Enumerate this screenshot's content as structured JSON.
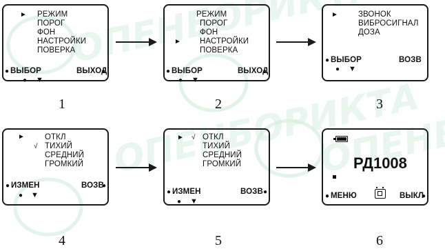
{
  "screens": [
    {
      "caption": "1",
      "lines": [
        "РЕЖИМ",
        "ПОРОГ",
        "ФОН",
        "НАСТРОЙКИ",
        "ПОВЕРКА"
      ],
      "left_button": "ВЫБОР",
      "right_button": "ВЫХОД"
    },
    {
      "caption": "2",
      "lines": [
        "РЕЖИМ",
        "ПОРОГ",
        "ФОН",
        "НАСТРОЙКИ",
        "ПОВЕРКА"
      ],
      "left_button": "ВЫБОР",
      "right_button": "ВЫХОД"
    },
    {
      "caption": "3",
      "lines": [
        "ЗВОНОК",
        "ВИБРОСИГНАЛ",
        "ДОЗА"
      ],
      "left_button": "ВЫБОР",
      "right_button": "ВОЗВ"
    },
    {
      "caption": "4",
      "lines": [
        "ОТКЛ",
        "ТИХИЙ",
        "СРЕДНИЙ",
        "ГРОМКИЙ"
      ],
      "left_button": "ИЗМЕН",
      "right_button": "ВОЗВ"
    },
    {
      "caption": "5",
      "lines": [
        "ОТКЛ",
        "ТИХИЙ",
        "СРЕДНИЙ",
        "ГРОМКИЙ"
      ],
      "left_button": "ИЗМЕН",
      "right_button": "ВОЗВ"
    },
    {
      "caption": "6",
      "title": "РД1008",
      "left_button": "МЕНЮ",
      "right_button": "ВЫКЛ"
    }
  ],
  "symbols": {
    "pointer": "►",
    "check": "√",
    "dot": "●",
    "down": "▼"
  },
  "icons": [
    "battery-icon",
    "cursor-square-icon",
    "film-icon",
    "pointer-icon",
    "check-icon",
    "down-triangle-icon",
    "arrow-icon"
  ],
  "watermark_text": "ОПЕНБОРИКТА"
}
